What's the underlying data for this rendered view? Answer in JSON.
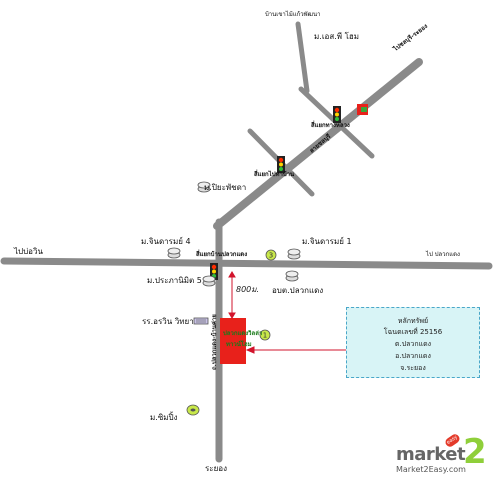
{
  "places": {
    "top_label": "บ้านเขาไม้แก้วพัฒนา",
    "moo_es_home": "ม.เอส.พี โฮม",
    "road_rayong_right": "ไปชลบุรี-ระยอง",
    "intersection_top": "สี่แยกทางหลวง",
    "road_label_diag": "สายชลบุรี",
    "intersection_mid": "สี่แยกไปท่าบ้าน",
    "moo_piyaporn": "ม.ปิยะพัชดา",
    "intersection_main": "สี่แยกบ้านปลวกแดง",
    "moo_jindarom4": "ม.จินดารมย์ 4",
    "moo_jindarom1": "ม.จินดารมย์ 1",
    "left_road": "ไปบ่อวิน",
    "right_road": "ไป ปลวกแดง",
    "moo_pornnimit5": "ม.ประภานิมิต 5",
    "school": "อบต.ปลวกแดง",
    "vertical_road": "ถ.ปลวกแดง-บ้านค่าย",
    "school2": "รร.อรวิน วิทยา",
    "project": "ปลวกแดงวิลล่า",
    "project_sub": "ทาวน์โฮม",
    "moo_simplarm": "ม.ซิมปิ้ง",
    "bottom_road": "ระยอง"
  },
  "distance_label": "800ม.",
  "infobox": {
    "line1": "หลักทรัพย์",
    "line2": "โฉนดเลขที่ 25156",
    "line3": "ต.ปลวกแดง",
    "line4": "อ.ปลวกแดง",
    "line5": "จ.ระยอง"
  },
  "watermark": {
    "word": "market",
    "num": "2",
    "badge": "easy",
    "url": "Market2Easy.com"
  },
  "colors": {
    "road": "#8a8a8a",
    "project": "#e8211b",
    "arrow": "#d2142c",
    "signal": "#ff2d00",
    "badge_green": "#c8e84a"
  }
}
